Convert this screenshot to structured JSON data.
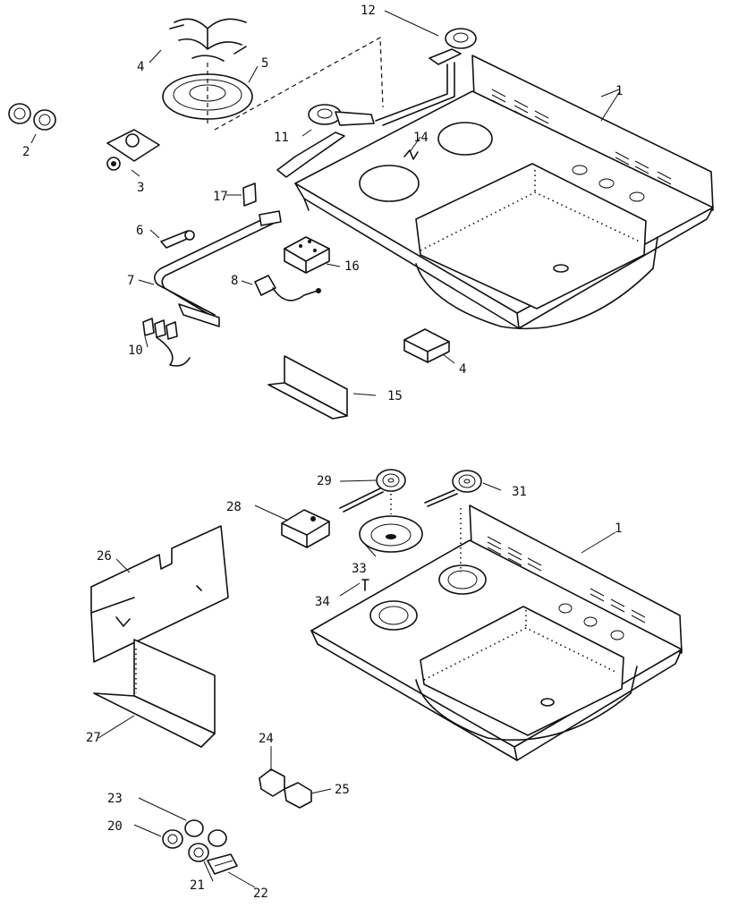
{
  "callouts": {
    "upper": {
      "l1": "1",
      "l2": "2",
      "l3": "3",
      "l4a": "4",
      "l4b": "4",
      "l5": "5",
      "l6": "6",
      "l7": "7",
      "l8": "8",
      "l10": "10",
      "l11": "11",
      "l12": "12",
      "l14": "14",
      "l15": "15",
      "l16": "16",
      "l17": "17"
    },
    "lower": {
      "l1": "1",
      "l20": "20",
      "l21": "21",
      "l22": "22",
      "l23": "23",
      "l24": "24",
      "l25": "25",
      "l26": "26",
      "l27": "27",
      "l28": "28",
      "l29": "29",
      "l31": "31",
      "l33": "33",
      "l34": "34"
    }
  }
}
